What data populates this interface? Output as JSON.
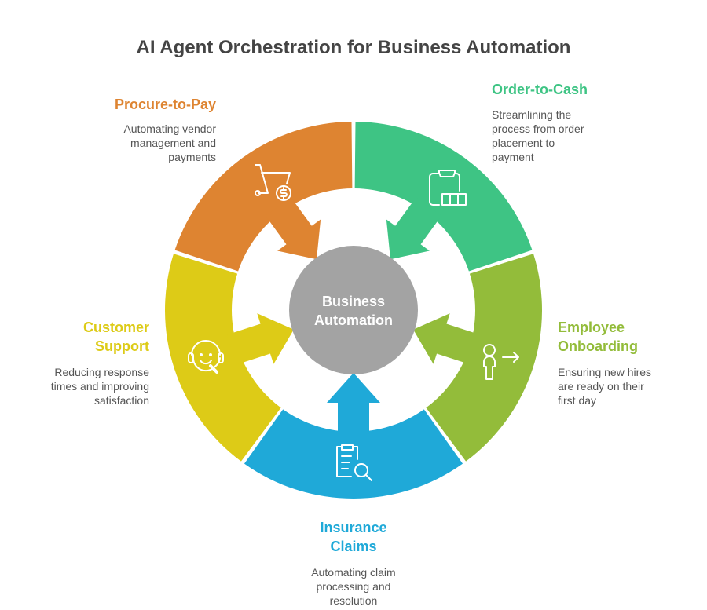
{
  "title": "AI Agent Orchestration for Business Automation",
  "hub": {
    "label_line1": "Business",
    "label_line2": "Automation",
    "color": "#A3A3A3"
  },
  "segments": [
    {
      "id": "procure",
      "title_line1": "Procure-to-Pay",
      "title_line2": "",
      "description": [
        "Automating vendor",
        "management and",
        "payments"
      ],
      "color": "#DE8431",
      "icon": "cart-dollar-icon"
    },
    {
      "id": "order",
      "title_line1": "Order-to-Cash",
      "title_line2": "",
      "description": [
        "Streamlining the",
        "process from order",
        "placement to",
        "payment"
      ],
      "color": "#3EC484",
      "icon": "clipboard-grid-icon"
    },
    {
      "id": "onboarding",
      "title_line1": "Employee",
      "title_line2": "Onboarding",
      "description": [
        "Ensuring new hires",
        "are ready on their",
        "first day"
      ],
      "color": "#93BC3A",
      "icon": "person-arrow-icon"
    },
    {
      "id": "claims",
      "title_line1": "Insurance",
      "title_line2": "Claims",
      "description": [
        "Automating claim",
        "processing and",
        "resolution"
      ],
      "color": "#1FA9D8",
      "icon": "clipboard-search-icon"
    },
    {
      "id": "support",
      "title_line1": "Customer",
      "title_line2": "Support",
      "description": [
        "Reducing response",
        "times and improving",
        "satisfaction"
      ],
      "color": "#DDCB17",
      "icon": "headset-smile-icon"
    }
  ]
}
